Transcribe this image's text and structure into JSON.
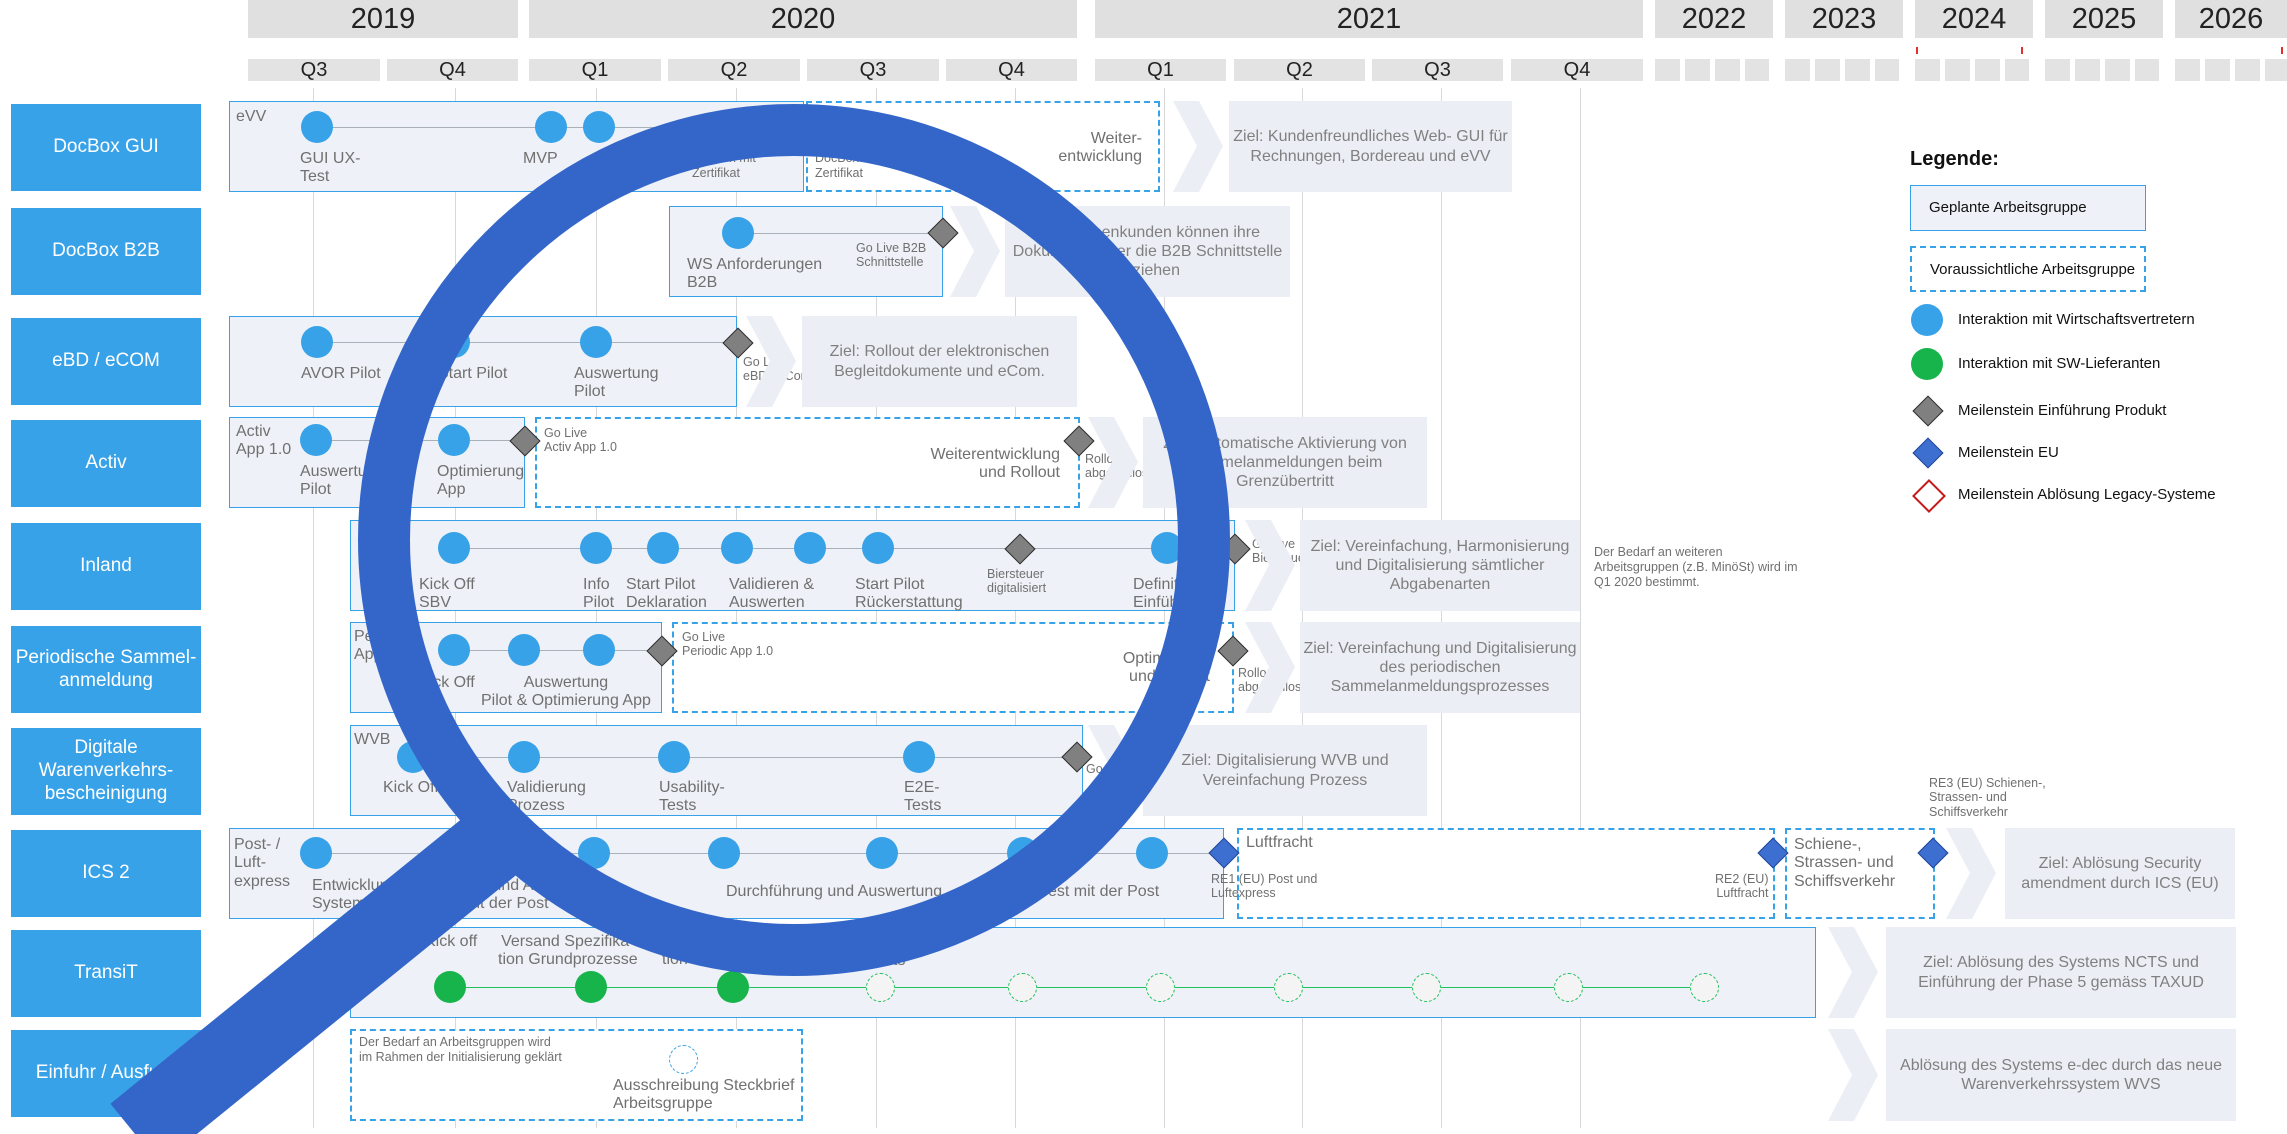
{
  "years": [
    "2019",
    "2020",
    "2021",
    "2022",
    "2023",
    "2024",
    "2025",
    "2026"
  ],
  "quarters": [
    "Q3",
    "Q4",
    "Q1",
    "Q2",
    "Q3",
    "Q4",
    "Q1",
    "Q2",
    "Q3",
    "Q4"
  ],
  "categories": [
    "DocBox GUI",
    "DocBox B2B",
    "eBD / eCOM",
    "Activ",
    "Inland",
    "Periodische Sammel-\nanmeldung",
    "Digitale\nWarenverkehrs-\nbescheinigung",
    "ICS 2",
    "TransiT",
    "Einfuhr / Ausfuhr"
  ],
  "legend": {
    "title": "Legende:",
    "planned": "Geplante Arbeitsgruppe",
    "expected": "Voraussichtliche Arbeitsgruppe",
    "items": [
      "Interaktion mit Wirtschaftsvertretern",
      "Interaktion mit SW-Lieferanten",
      "Meilenstein Einführung Produkt",
      "Meilenstein EU",
      "Meilenstein Ablösung Legacy-Systeme"
    ]
  },
  "colors": {
    "accent": "#38a2e8",
    "green": "#16b44a",
    "eu": "#3d6fd0",
    "legacy": "#c61a1a",
    "milestone": "#808080"
  },
  "tracks": {
    "docbox_gui": {
      "band_label": "eVV",
      "labels": [
        "GUI UX-\nTest",
        "MVP",
        "Go Live\nDocBox mit\nZertifikat",
        "Go Live\nDocBox ohne\nZertifikat",
        "Weiter-\nentwicklung"
      ],
      "goal": "Ziel: Kundenfreundliches Web-\nGUI für Rechnungen, Bordereau\nund eVV"
    },
    "docbox_b2b": {
      "labels": [
        "WS Anforderungen\nB2B",
        "Go Live B2B\nSchnittstelle"
      ],
      "goal": "Ziel: Firmenkunden können ihre\nDokumente über die B2B\nSchnittstelle beziehen"
    },
    "ebd": {
      "labels": [
        "AVOR Pilot",
        "Start Pilot",
        "Auswertung\nPilot",
        "Go Live\neBD / eCom"
      ],
      "goal": "Ziel: Rollout der elektronischen\nBegleitdokumente und eCom."
    },
    "activ": {
      "band_label": "Activ\nApp 1.0",
      "labels": [
        "Auswertung\nPilot",
        "Optimierung\nApp",
        "Go Live\nActiv App 1.0",
        "Weiterentwicklung\nund Rollout",
        "Rollout\nabgeschlossen"
      ],
      "goal": "Ziel: Automatische Aktivierung\nvon Sammelanmeldungen beim\nGrenzübertritt"
    },
    "inland": {
      "labels": [
        "Kick Off\nSBV",
        "Info\nPilot",
        "Start Pilot\nDeklaration",
        "Validieren &\nAuswerten",
        "Start Pilot\nRückerstattung",
        "Biersteuer\ndigitalisiert",
        "Definitive\nEinführung",
        "Go Live\nBiersteuer"
      ],
      "goal": "Ziel: Vereinfachung,\nHarmonisierung und\nDigitalisierung sämtlicher\nAbgabenarten",
      "note": "Der Bedarf an weiteren\nArbeitsgruppen (z.B. MinöSt) wird im\nQ1 2020 bestimmt."
    },
    "periodic": {
      "band_label": "Periodic\nApp",
      "labels": [
        "Kick Off",
        "Auswertung\nPilot & Optimierung App",
        "Go Live\nPeriodic App 1.0",
        "Optimierung\nund Rollout",
        "Rollout\nabgeschlossen"
      ],
      "goal": "Ziel: Vereinfachung und\nDigitalisierung des periodischen\nSammelanmeldungsprozesses"
    },
    "wvb": {
      "band_label": "WVB",
      "labels": [
        "Kick Off",
        "Validierung\nProzess",
        "Usability-\nTests",
        "E2E-\nTests",
        "Go Live"
      ],
      "goal": "Ziel: Digitalisierung WVB und\nVereinfachung Prozess"
    },
    "ics2": {
      "band_label": "Post- /\nLuft-\nexpress",
      "labels": [
        "Entwicklung\nSystem",
        "Anforderung und Abstimmung\nmit der Post",
        "Durchführung und Auswertung",
        "Test mit der Post",
        "RE1 (EU) Post und\nLuftexpress",
        "Luftfracht",
        "RE2 (EU)\nLuftfracht",
        "Schiene-,\nStrassen- und\nSchiffsverkehr",
        "RE3 (EU) Schienen-,\nStrassen- und\nSchiffsverkehr"
      ],
      "goal": "Ziel: Ablösung Security\namendment durch ICS\n(EU)"
    },
    "transit": {
      "labels": [
        "Kick off",
        "Versand Spezifika-\ntion Grundprozesse",
        "Spezifika-\ntion testen",
        "Tests"
      ],
      "goal": "Ziel: Ablösung des Systems NCTS und\nEinführung der Phase 5 gemäss TAXUD"
    },
    "einfuhr": {
      "note": "Der Bedarf an Arbeitsgruppen wird\nim Rahmen der Initialisierung geklärt",
      "labels": [
        "Ausschreibung Steckbrief\nArbeitsgruppe"
      ],
      "goal": "Ablösung des Systems e-dec durch das\nneue Warenverkehrssystem WVS"
    }
  }
}
